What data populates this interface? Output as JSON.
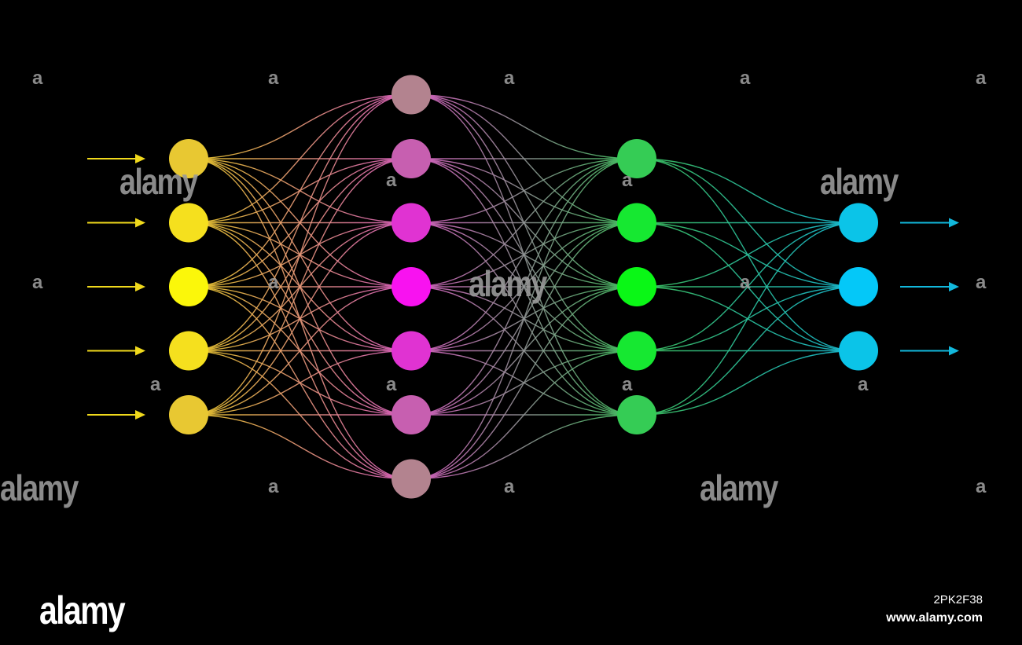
{
  "diagram": {
    "background": "#000000",
    "layers": [
      {
        "nodes": 5,
        "colors": [
          "#e8c832",
          "#f5e01e",
          "#fbf70a",
          "#f5e01e",
          "#e8c832"
        ]
      },
      {
        "nodes": 7,
        "colors": [
          "#b3838f",
          "#c75fb0",
          "#e033d2",
          "#f812f0",
          "#e033d2",
          "#c75fb0",
          "#b3838f"
        ]
      },
      {
        "nodes": 5,
        "colors": [
          "#35cc55",
          "#16e831",
          "#0af716",
          "#16e831",
          "#35cc55"
        ]
      },
      {
        "nodes": 3,
        "colors": [
          "#0bc4e8",
          "#04c8f8",
          "#0bc4e8"
        ]
      }
    ],
    "input_arrows": 5,
    "output_arrows": 3,
    "input_arrow_color": "#f0d91c",
    "output_arrow_color": "#12b8dc",
    "connection_colors": [
      "#f0d02a",
      "#e060c8",
      "#40c860",
      "#18c0dc"
    ]
  },
  "watermark": {
    "big_text": "alamy",
    "small_text": "a",
    "color": "#9a9a9a"
  },
  "footer": {
    "logo": "alamy",
    "image_id": "2PK2F38",
    "url": "www.alamy.com"
  }
}
